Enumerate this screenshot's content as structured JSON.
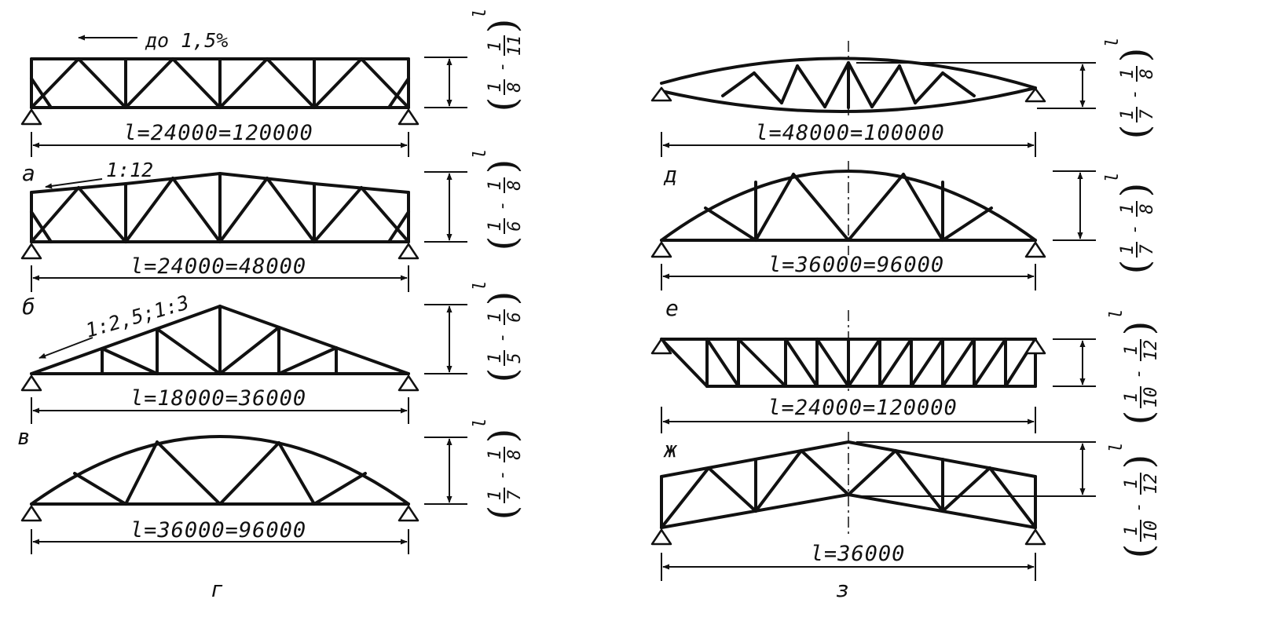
{
  "trusses": [
    {
      "id": "a",
      "label": "а",
      "span": "l=24000=120000",
      "slope": "до 1,5%",
      "ratio": {
        "a": "1",
        "b": "8",
        "c": "1",
        "d": "11"
      }
    },
    {
      "id": "b",
      "label": "б",
      "span": "l=24000=48000",
      "slope": "1:12",
      "ratio": {
        "a": "1",
        "b": "6",
        "c": "1",
        "d": "8"
      }
    },
    {
      "id": "v",
      "label": "в",
      "span": "l=18000=36000",
      "slope": "1:2,5;1:3",
      "ratio": {
        "a": "1",
        "b": "5",
        "c": "1",
        "d": "6"
      }
    },
    {
      "id": "g",
      "label": "г",
      "span": "l=36000=96000",
      "ratio": {
        "a": "1",
        "b": "7",
        "c": "1",
        "d": "8"
      }
    },
    {
      "id": "d",
      "label": "д",
      "span": "l=48000=100000",
      "ratio": {
        "a": "1",
        "b": "7",
        "c": "1",
        "d": "8"
      }
    },
    {
      "id": "e",
      "label": "е",
      "span": "l=36000=96000",
      "ratio": {
        "a": "1",
        "b": "7",
        "c": "1",
        "d": "8"
      }
    },
    {
      "id": "zh",
      "label": "ж",
      "span": "l=24000=120000",
      "ratio": {
        "a": "1",
        "b": "10",
        "c": "1",
        "d": "12"
      }
    },
    {
      "id": "z",
      "label": "з",
      "span": "l=36000",
      "ratio": {
        "a": "1",
        "b": "10",
        "c": "1",
        "d": "12"
      }
    }
  ],
  "height_symbol": "l"
}
